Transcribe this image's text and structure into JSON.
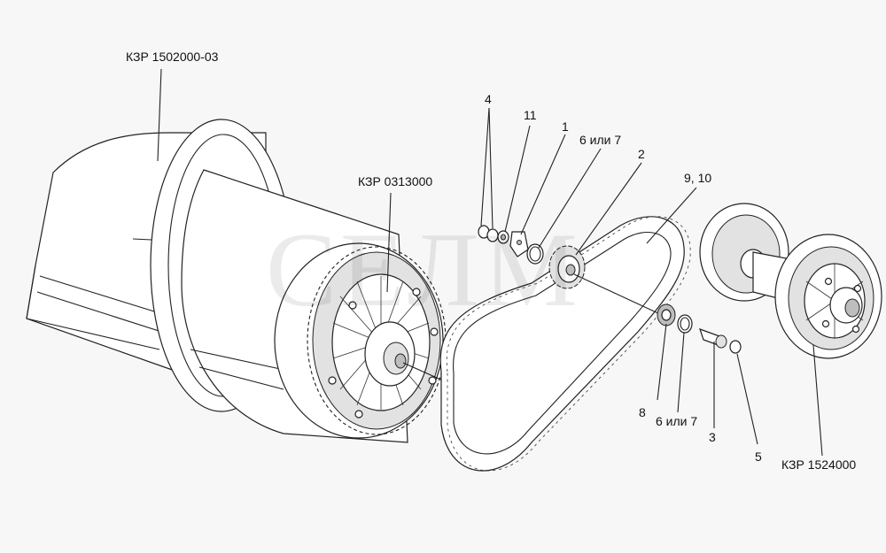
{
  "watermark": "СЕЛМ",
  "labels": {
    "assembly_hopper": "КЗР 1502000-03",
    "assembly_drum": "КЗР 0313000",
    "assembly_pulley": "КЗР 1524000",
    "p4": "4",
    "p11": "11",
    "p1": "1",
    "p6_top": "6 или 7",
    "p2": "2",
    "p9_10": "9, 10",
    "p8": "8",
    "p6_bottom": "6 или 7",
    "p3": "3",
    "p5": "5"
  }
}
